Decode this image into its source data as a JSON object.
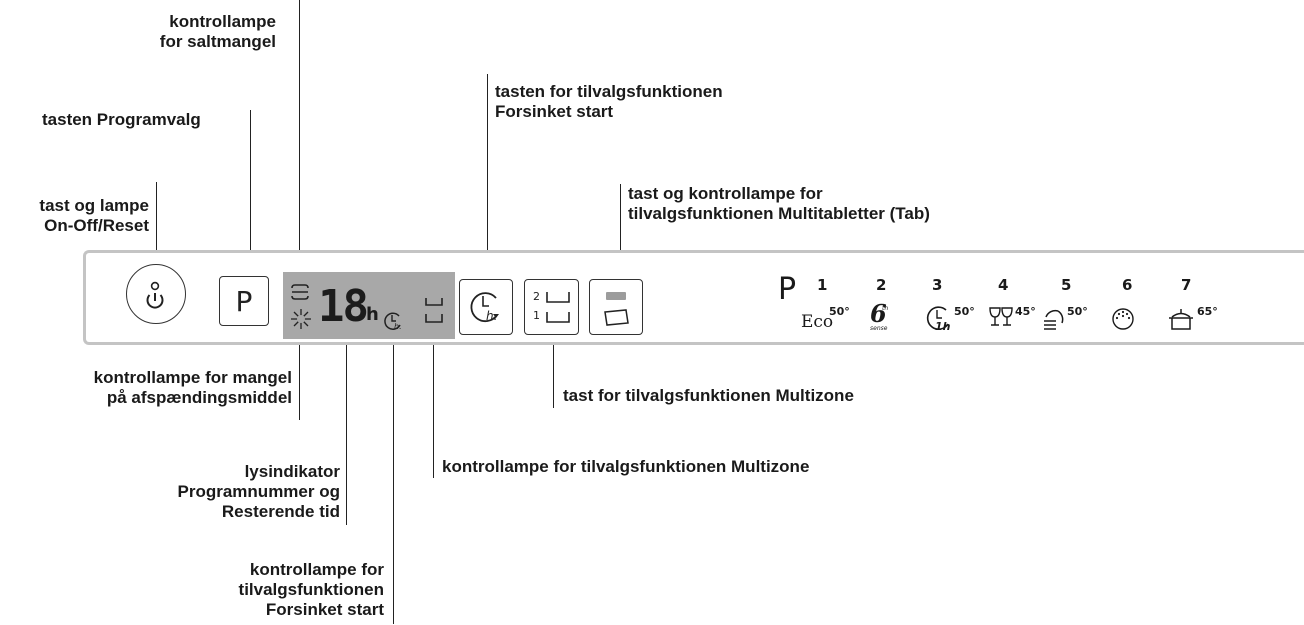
{
  "labels": {
    "salt_lamp": "kontrollampe\nfor saltmangel",
    "program_key": "tasten Programvalg",
    "onoff": "tast og lampe\nOn-Off/Reset",
    "delay_key": "tasten for tilvalgsfunktionen\nForsinket start",
    "tab_key": "tast og kontrollampe for\ntilvalgsfunktionen Multitabletter (Tab)",
    "rinse_lamp": "kontrollampe for mangel\npå afspændingsmiddel",
    "multizone_key": "tast for tilvalgsfunktionen Multizone",
    "multizone_lamp": "kontrollampe for tilvalgsfunktionen Multizone",
    "program_display": "lysindikator\nProgramnummer og\nResterende tid",
    "delay_lamp": "kontrollampe for\ntilvalgsfunktionen\nForsinket start"
  },
  "panel": {
    "program_key_letter": "P",
    "display_digits": "18",
    "display_unit": "h",
    "delay_icon_text": "h.",
    "multizone_top": "2",
    "multizone_bottom": "1",
    "programs_title": "P",
    "eco_text": "Eco",
    "sixth_sense_text": "sense",
    "one_hour_text": "1h",
    "programs": [
      {
        "number": "1",
        "temp": "50°"
      },
      {
        "number": "2",
        "temp": ""
      },
      {
        "number": "3",
        "temp": "50°"
      },
      {
        "number": "4",
        "temp": "45°"
      },
      {
        "number": "5",
        "temp": "50°"
      },
      {
        "number": "6",
        "temp": ""
      },
      {
        "number": "7",
        "temp": "65°"
      }
    ]
  },
  "colors": {
    "panel_border": "#c4c4c4",
    "display_bg": "#a8a8a8",
    "text": "#1a1a1a"
  },
  "icons": [
    "power-icon",
    "salt-icon",
    "rinse-aid-icon",
    "delay-clock-icon",
    "multizone-icon",
    "tablet-icon"
  ]
}
